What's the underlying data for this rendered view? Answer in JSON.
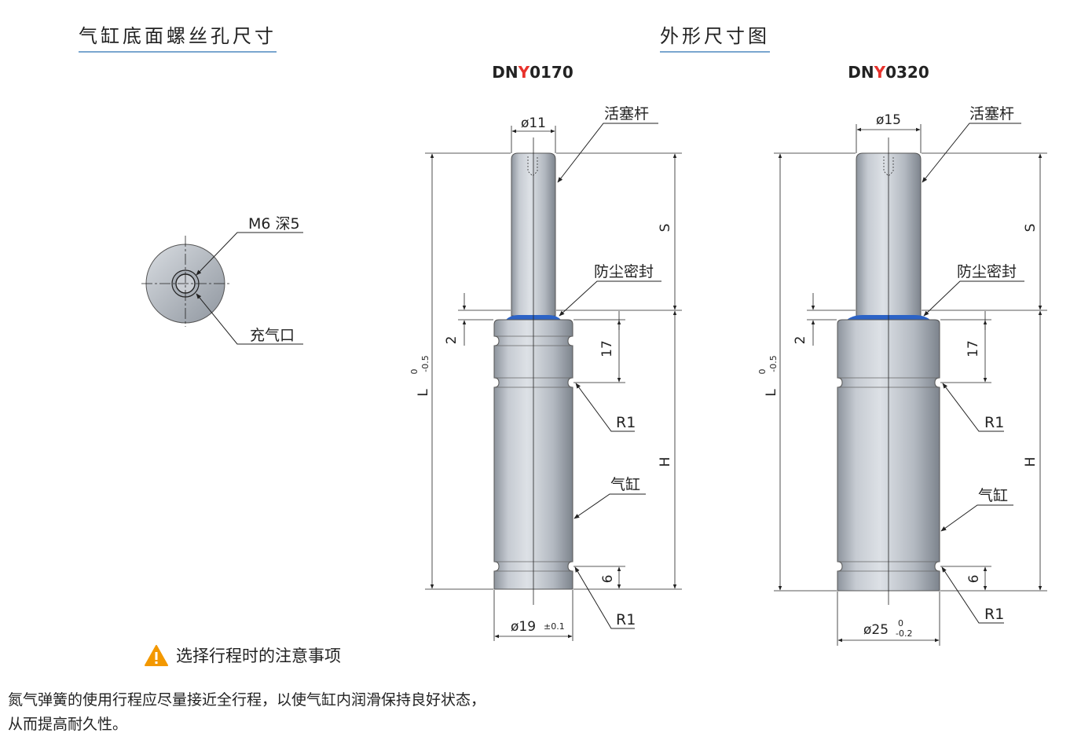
{
  "titles": {
    "thread_section": "气缸底面螺丝孔尺寸",
    "dims_section": "外形尺寸图"
  },
  "bottom_view": {
    "thread_label": "M6 深5",
    "port_label": "充气口"
  },
  "models": [
    {
      "name_prefix": "DN",
      "name_y": "Y",
      "name_suffix": "0170",
      "rod_dia": "ø11",
      "body_dia": "ø19",
      "body_tol_upper": "±0.1",
      "body_tol_lower": "",
      "rod_label": "活塞杆",
      "seal_label": "防尘密封",
      "cyl_label": "气缸",
      "r_label_1": "R1",
      "r_label_2": "R1",
      "dim_L": "L",
      "L_tol_upper": "0",
      "L_tol_lower": "-0.5",
      "dim_S": "S",
      "dim_H": "H",
      "dim_2": "2",
      "dim_17": "17",
      "dim_6": "6"
    },
    {
      "name_prefix": "DN",
      "name_y": "Y",
      "name_suffix": "0320",
      "rod_dia": "ø15",
      "body_dia": "ø25",
      "body_tol_upper": "0",
      "body_tol_lower": "-0.2",
      "rod_label": "活塞杆",
      "seal_label": "防尘密封",
      "cyl_label": "气缸",
      "r_label_1": "R1",
      "r_label_2": "R1",
      "dim_L": "L",
      "L_tol_upper": "0",
      "L_tol_lower": "-0.5",
      "dim_S": "S",
      "dim_H": "H",
      "dim_2": "2",
      "dim_17": "17",
      "dim_6": "6"
    }
  ],
  "warning": {
    "icon": "warning-icon",
    "title": "选择行程时的注意事项"
  },
  "notes": {
    "line1": "氮气弹簧的使用行程应尽量接近全行程，以使气缸内润滑保持良好状态，",
    "line2": "从而提高耐久性。"
  },
  "colors": {
    "accent_red": "#e8322c",
    "seal_blue": "#2c63c6",
    "title_underline": "#7aa6cf",
    "warning_orange": "#f39800"
  }
}
